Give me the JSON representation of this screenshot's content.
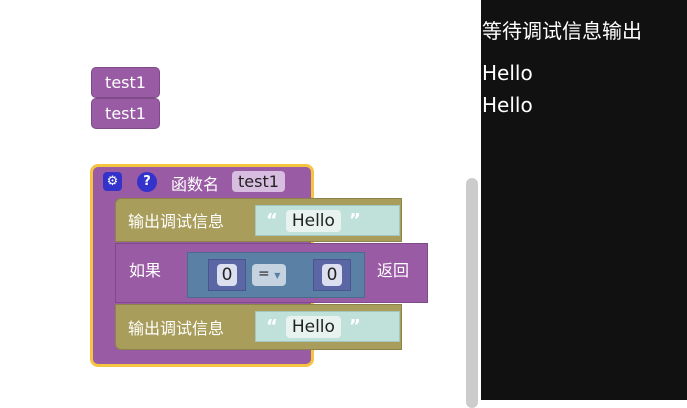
{
  "workspace": {
    "call_blocks": [
      "test1",
      "test1"
    ],
    "function_block": {
      "label": "函数名",
      "name": "test1",
      "statements": [
        {
          "type": "print",
          "label": "输出调试信息",
          "value": "Hello"
        },
        {
          "type": "if_return",
          "if_label": "如果",
          "left": "0",
          "op": "=",
          "right": "0",
          "return_label": "返回"
        },
        {
          "type": "print",
          "label": "输出调试信息",
          "value": "Hello"
        }
      ]
    },
    "quote_open": "“",
    "quote_close": "”"
  },
  "output": {
    "title": "等待调试信息输出",
    "lines": [
      "Hello",
      "Hello"
    ]
  },
  "colors": {
    "procedure": "#9a5ba5",
    "text": "#a89d5a",
    "logic": "#5b80a5",
    "math": "#5b67a5",
    "highlight": "#f5c542"
  }
}
